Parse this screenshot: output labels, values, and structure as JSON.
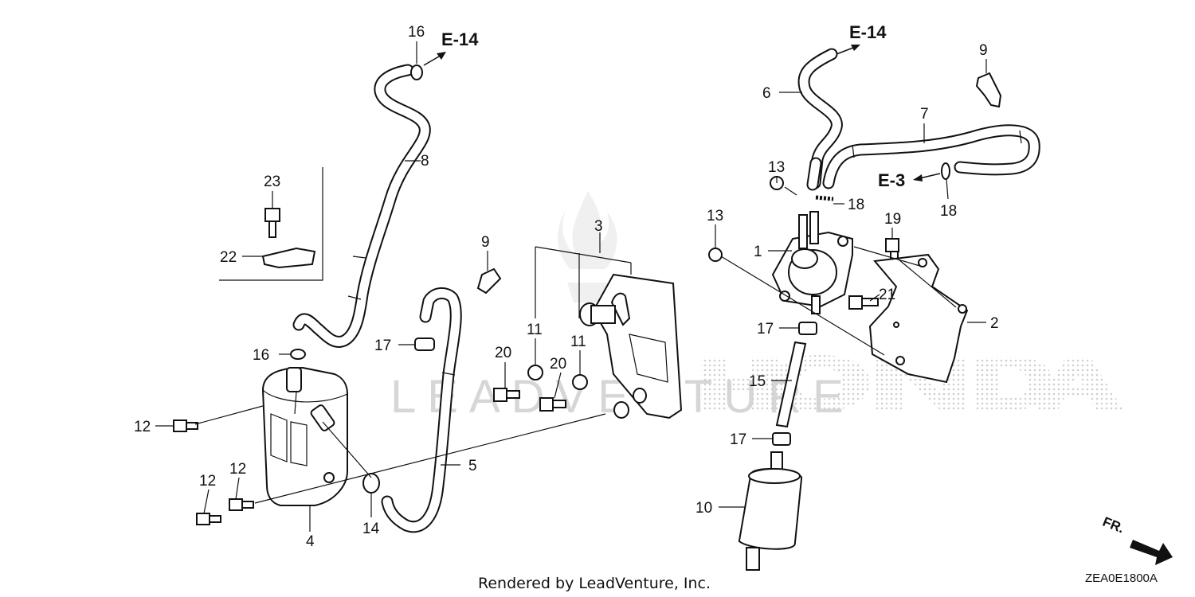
{
  "diagram": {
    "watermark": {
      "left_text": "LEADVENTURE",
      "brand_text": "HONDA"
    },
    "refs": {
      "e14_left": "E-14",
      "e14_right": "E-14",
      "e3": "E-3"
    },
    "callouts": {
      "n16_top": "16",
      "n16_mid": "16",
      "n8": "8",
      "n23": "23",
      "n22": "22",
      "n9_left": "9",
      "n9_right": "9",
      "n3": "3",
      "n17_left": "17",
      "n20_a": "20",
      "n20_b": "20",
      "n11_a": "11",
      "n11_b": "11",
      "n12_a": "12",
      "n12_b": "12",
      "n12_c": "12",
      "n4": "4",
      "n14": "14",
      "n5": "5",
      "n6": "6",
      "n7": "7",
      "n13_a": "13",
      "n13_b": "13",
      "n18_a": "18",
      "n18_b": "18",
      "n19": "19",
      "n1": "1",
      "n21": "21",
      "n2": "2",
      "n17_a": "17",
      "n17_b": "17",
      "n15": "15",
      "n10": "10"
    },
    "footer": "Rendered by LeadVenture, Inc.",
    "diagram_code": "ZEA0E1800A",
    "direction_label": "FR."
  }
}
